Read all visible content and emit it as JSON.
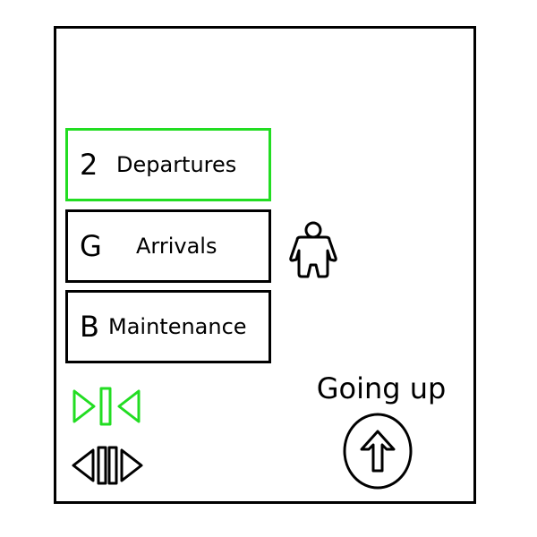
{
  "floors": [
    {
      "letter": "2",
      "name": "Departures",
      "selected": true
    },
    {
      "letter": "G",
      "name": "Arrivals",
      "selected": false
    },
    {
      "letter": "B",
      "name": "Maintenance",
      "selected": false
    }
  ],
  "status": {
    "direction_text": "Going up",
    "direction_icon": "arrow-up-icon",
    "occupant_icon": "person-icon"
  },
  "doors": {
    "close_icon": "door-close-icon",
    "open_icon": "door-open-icon",
    "close_active": true
  },
  "colors": {
    "selected": "#22dd22",
    "default": "#000000",
    "background": "#ffffff"
  }
}
